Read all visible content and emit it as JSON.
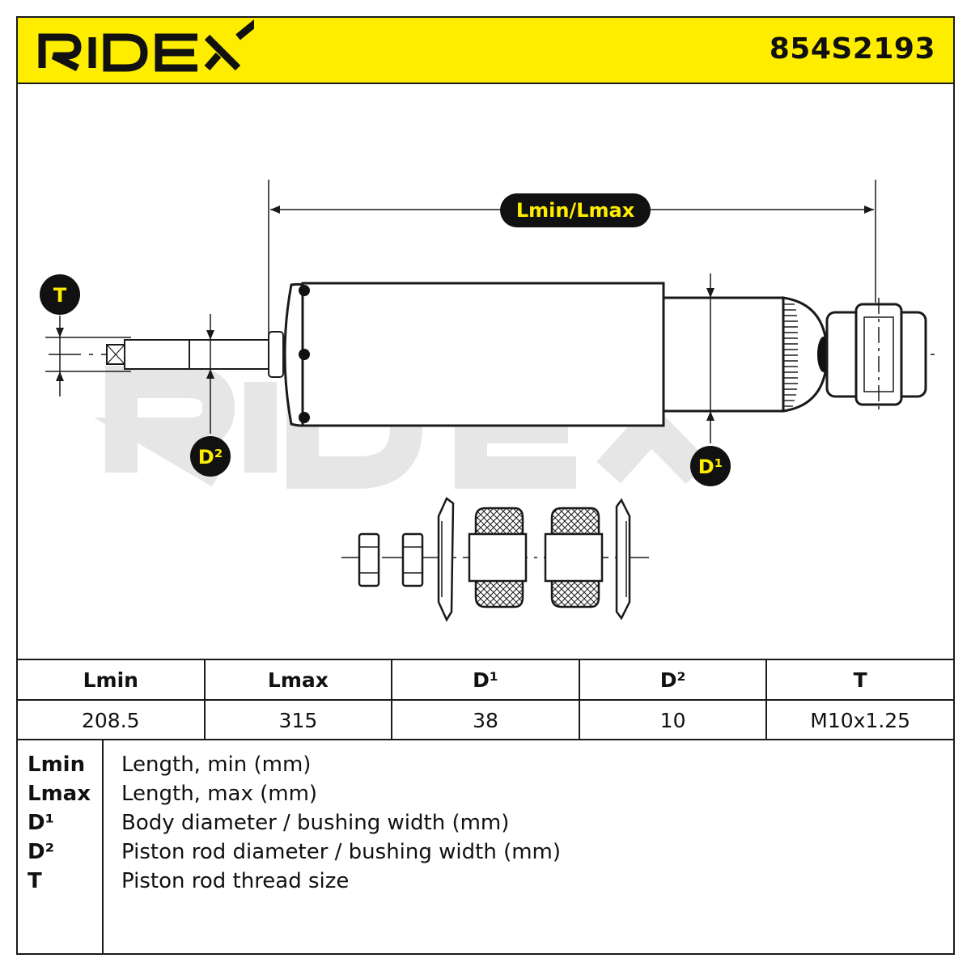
{
  "header": {
    "brand": "RIDEX",
    "part_number": "854S2193"
  },
  "drawing": {
    "watermark": "RIDEX",
    "labels": {
      "length": "Lmin/Lmax",
      "thread": "T",
      "rod_diameter": "D²",
      "body_diameter": "D¹"
    }
  },
  "specs": {
    "headers": [
      "Lmin",
      "Lmax",
      "D¹",
      "D²",
      "T"
    ],
    "values": [
      "208.5",
      "315",
      "38",
      "10",
      "M10x1.25"
    ]
  },
  "legend": [
    {
      "key": "Lmin",
      "desc": "Length, min (mm)"
    },
    {
      "key": "Lmax",
      "desc": "Length, max (mm)"
    },
    {
      "key": "D¹",
      "desc": "Body diameter / bushing width (mm)"
    },
    {
      "key": "D²",
      "desc": "Piston rod diameter / bushing width (mm)"
    },
    {
      "key": "T",
      "desc": "Piston rod thread size"
    }
  ],
  "colors": {
    "accent": "#ffed00",
    "line": "#1a1a1a",
    "watermark": "#e6e6e6"
  }
}
